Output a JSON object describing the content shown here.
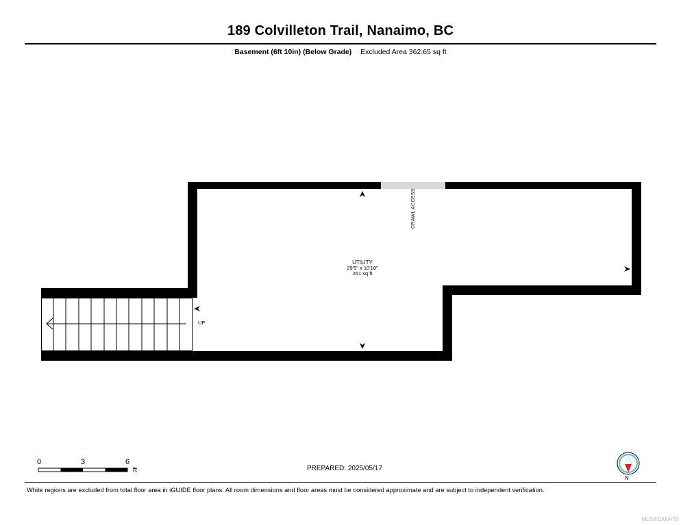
{
  "header": {
    "title": "189 Colvilleton Trail, Nanaimo, BC",
    "floor_label": "Basement (6ft 10in) (Below Grade)",
    "excluded_area": "Excluded Area 362.65 sq ft"
  },
  "plan": {
    "room": {
      "name": "UTILITY",
      "dimensions": "29'5\" x 10'10\"",
      "area": "261 sq ft"
    },
    "crawl_access_label": "CRAWL ACCESS",
    "stair_label": "UP"
  },
  "scale": {
    "ticks": [
      "0",
      "3",
      "6"
    ],
    "unit": "ft"
  },
  "prepared": "PREPARED: 2025/05/17",
  "compass": {
    "label": "N"
  },
  "footer": {
    "disclaimer": "White regions are excluded from total floor area in iGUIDE floor plans. All room dimensions and floor areas must be considered approximate and are subject to independent verification.",
    "mls_id": "MLS®1000479"
  },
  "colors": {
    "wall": "#000000",
    "opening": "#d9d9d9",
    "compass_red": "#e02020",
    "compass_blue": "#5ab2e6"
  }
}
